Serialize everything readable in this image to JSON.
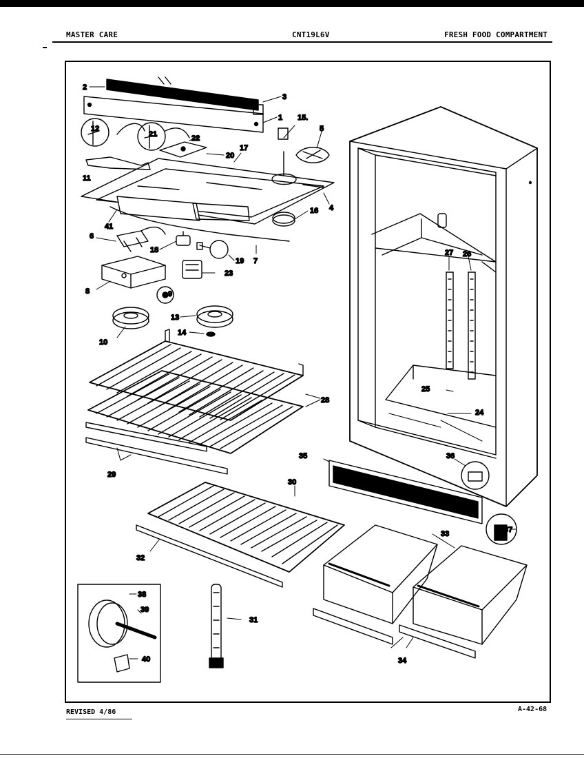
{
  "header": {
    "brand": "MASTER CARE",
    "model": "CNT19L6V",
    "section": "FRESH FOOD COMPARTMENT"
  },
  "footer": {
    "revised": "REVISED 4/86",
    "ref": "A-42-68"
  },
  "callouts": {
    "c1": "1",
    "c2": "2",
    "c3": "3",
    "c4": "4",
    "c5": "5",
    "c6": "6",
    "c7": "7",
    "c8": "8",
    "c9": "9",
    "c10": "10",
    "c11": "11",
    "c12": "12",
    "c13": "13",
    "c14": "14",
    "c15": "15.",
    "c16": "16",
    "c17": "17",
    "c18": "18",
    "c19": "19",
    "c20": "20",
    "c21": "21",
    "c22": "22",
    "c23": "23",
    "c24": "24",
    "c25": "25",
    "c26": "26",
    "c27": "27",
    "c28": "28",
    "c29": "29",
    "c30": "30",
    "c31": "31",
    "c32": "32",
    "c33": "33",
    "c34": "34",
    "c35": "35",
    "c36": "36",
    "c37": "37",
    "c38": "38",
    "c39": "39",
    "c40": "40",
    "c41": "41"
  }
}
